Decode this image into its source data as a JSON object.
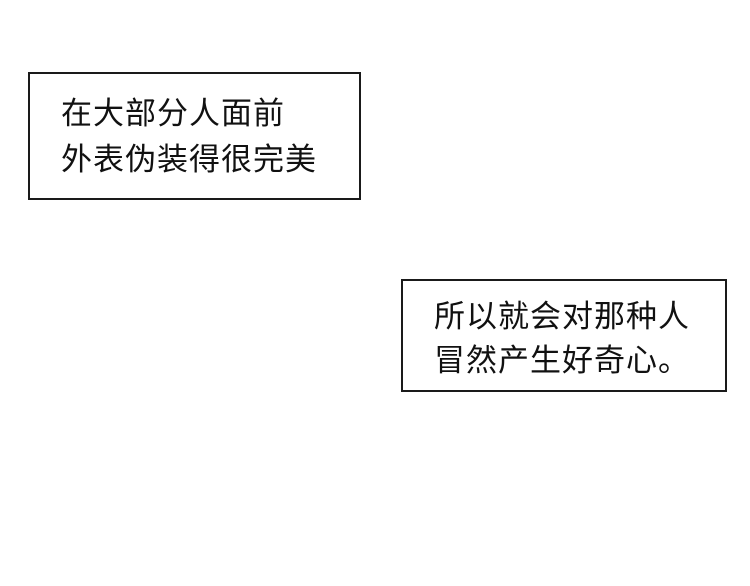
{
  "captions": [
    {
      "lines": [
        "在大部分人面前",
        "外表伪装得很完美"
      ]
    },
    {
      "lines": [
        "所以就会对那种人",
        "冒然产生好奇心。"
      ]
    }
  ]
}
